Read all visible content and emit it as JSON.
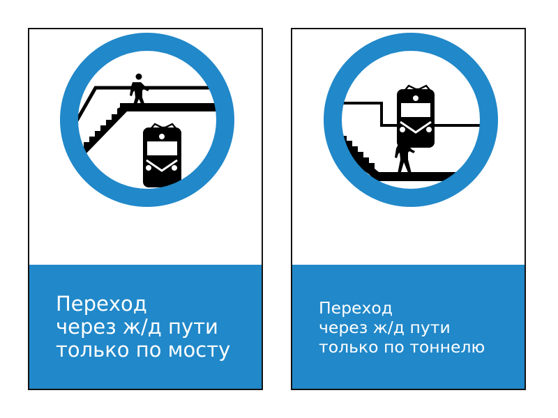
{
  "colors": {
    "blue": "#2188c9",
    "black": "#000000",
    "white": "#ffffff",
    "border": "#111111"
  },
  "signs": [
    {
      "id": "bridge",
      "pictogram": "pedestrian-bridge-over-tracks-icon",
      "caption_lines": [
        "Переход",
        "через ж/д пути",
        "только по мосту"
      ]
    },
    {
      "id": "tunnel",
      "pictogram": "pedestrian-tunnel-under-tracks-icon",
      "caption_lines": [
        "Переход",
        "через ж/д пути",
        "только по тоннелю"
      ]
    }
  ]
}
